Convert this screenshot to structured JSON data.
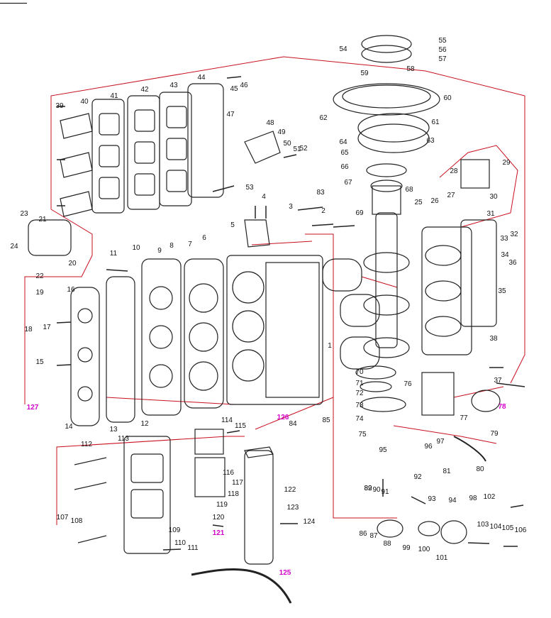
{
  "diagram": {
    "colors": {
      "line": "#222222",
      "leader": "#c8101e",
      "highlight": "#d400c8"
    },
    "part_labels": [
      "1",
      "2",
      "3",
      "4",
      "5",
      "6",
      "7",
      "8",
      "9",
      "10",
      "11",
      "12",
      "13",
      "14",
      "15",
      "16",
      "17",
      "18",
      "19",
      "20",
      "21",
      "22",
      "23",
      "24",
      "25",
      "26",
      "27",
      "28",
      "29",
      "30",
      "31",
      "32",
      "33",
      "34",
      "35",
      "36",
      "37",
      "38",
      "39",
      "40",
      "41",
      "42",
      "43",
      "44",
      "45",
      "46",
      "47",
      "48",
      "49",
      "50",
      "51",
      "52",
      "53",
      "54",
      "55",
      "56",
      "57",
      "58",
      "59",
      "60",
      "61",
      "62",
      "63",
      "64",
      "65",
      "66",
      "67",
      "68",
      "69",
      "70",
      "71",
      "72",
      "73",
      "74",
      "75",
      "76",
      "77",
      "78",
      "79",
      "80",
      "81",
      "82",
      "83",
      "84",
      "85",
      "86",
      "87",
      "88",
      "89",
      "90",
      "91",
      "92",
      "93",
      "94",
      "95",
      "96",
      "97",
      "98",
      "99",
      "100",
      "101",
      "102",
      "103",
      "104",
      "105",
      "106",
      "107",
      "108",
      "109",
      "110",
      "111",
      "112",
      "113",
      "114",
      "115",
      "116",
      "117",
      "118",
      "119",
      "120",
      "121",
      "122",
      "123",
      "124",
      "125",
      "126",
      "127"
    ],
    "highlighted_labels": [
      "78",
      "121",
      "125",
      "126",
      "127"
    ]
  }
}
